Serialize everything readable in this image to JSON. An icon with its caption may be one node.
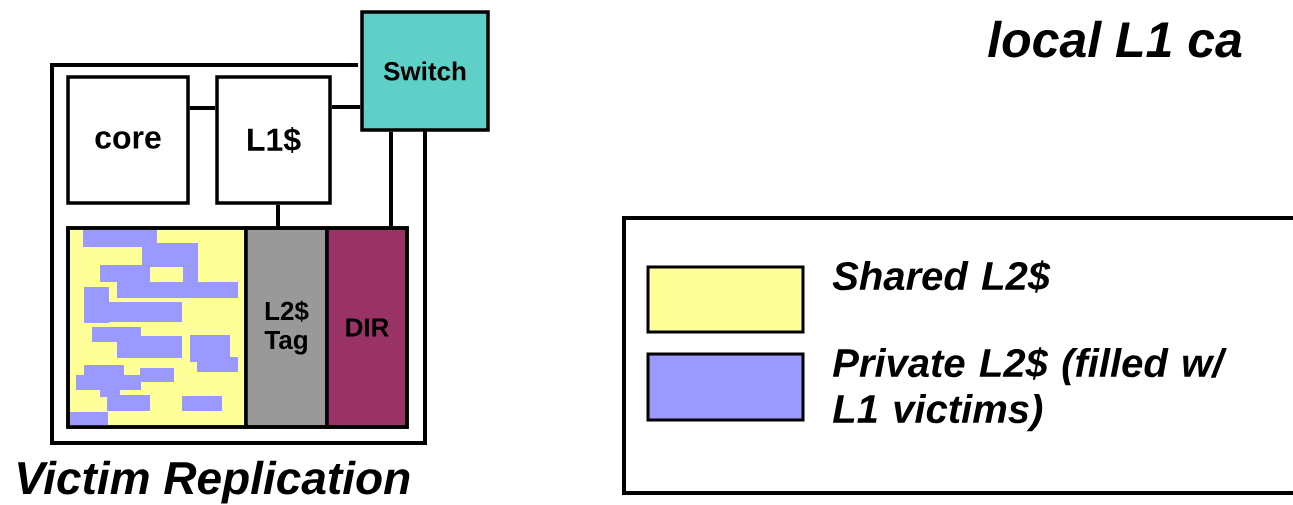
{
  "diagram": {
    "caption": "Victim Replication",
    "nodes": [
      {
        "text": [],
        "shape": "box"
      },
      {
        "text": [
          "core"
        ],
        "in": 0
      },
      {
        "text": [
          "L1$"
        ],
        "in": 0
      },
      {
        "text": [
          "Switch"
        ]
      },
      {
        "text": [],
        "shape": "box",
        "in": 0
      },
      {
        "text": [
          "L2$ Tag"
        ],
        "in": 0
      },
      {
        "text": [
          "DIR"
        ],
        "in": 0
      }
    ],
    "edges": [
      {
        "from": 1,
        "to": 2,
        "arrow": "none"
      },
      {
        "from": 2,
        "to": 3,
        "arrow": "none"
      },
      {
        "from": 2,
        "to": 5,
        "arrow": "none"
      },
      {
        "from": 3,
        "to": 6,
        "arrow": "none"
      }
    ],
    "labels": [
      "local L1 ca"
    ],
    "legend": [
      {
        "text": "Shared L2$",
        "color": "#ffff99"
      },
      {
        "text": "Private L2$ (filled w/ L1 victims)",
        "color": "#9999ff"
      }
    ]
  }
}
